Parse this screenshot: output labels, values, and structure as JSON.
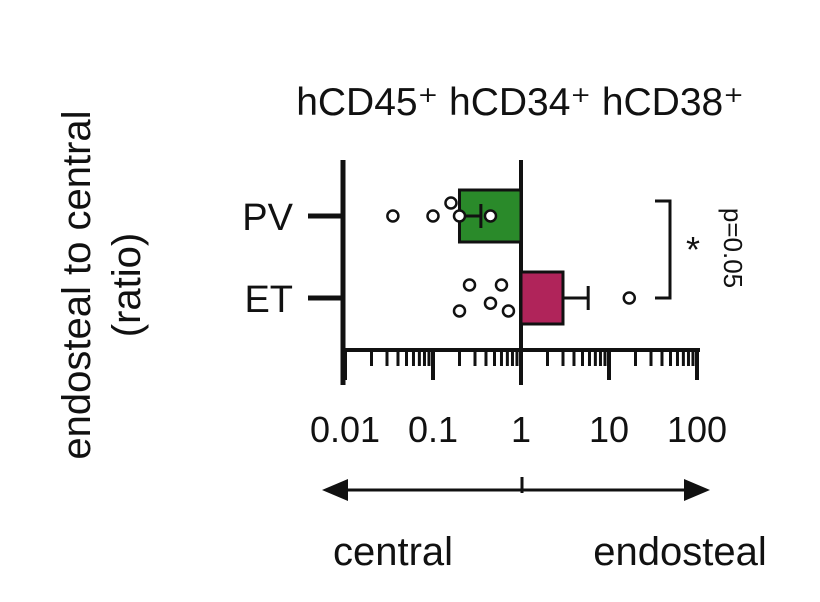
{
  "chart_data": {
    "type": "bar",
    "orientation": "horizontal",
    "title": "hCD45⁺ hCD34⁺ hCD38⁺",
    "ylabel": "endosteal to central",
    "ylabel_unit": "(ratio)",
    "xscale": "log",
    "xlim": [
      0.01,
      100
    ],
    "baseline": 1,
    "xticks": [
      0.01,
      0.1,
      1,
      10,
      100
    ],
    "xtick_labels": [
      "0.01",
      "0.1",
      "1",
      "10",
      "100"
    ],
    "categories": [
      "PV",
      "ET"
    ],
    "series": [
      {
        "category": "PV",
        "value": 0.2,
        "error_low": 0.35,
        "color": "#2a8a2a",
        "points": [
          0.035,
          0.1,
          0.16,
          0.2,
          0.45
        ]
      },
      {
        "category": "ET",
        "value": 3.0,
        "error_high": 5.8,
        "color": "#b0245a",
        "points": [
          0.2,
          0.26,
          0.45,
          0.6,
          0.72,
          17
        ]
      }
    ],
    "annotation": {
      "symbol": "*",
      "text": "p=0.05"
    },
    "arrow_labels": {
      "left": "central",
      "right": "endosteal"
    },
    "grid": false,
    "legend": "none"
  }
}
